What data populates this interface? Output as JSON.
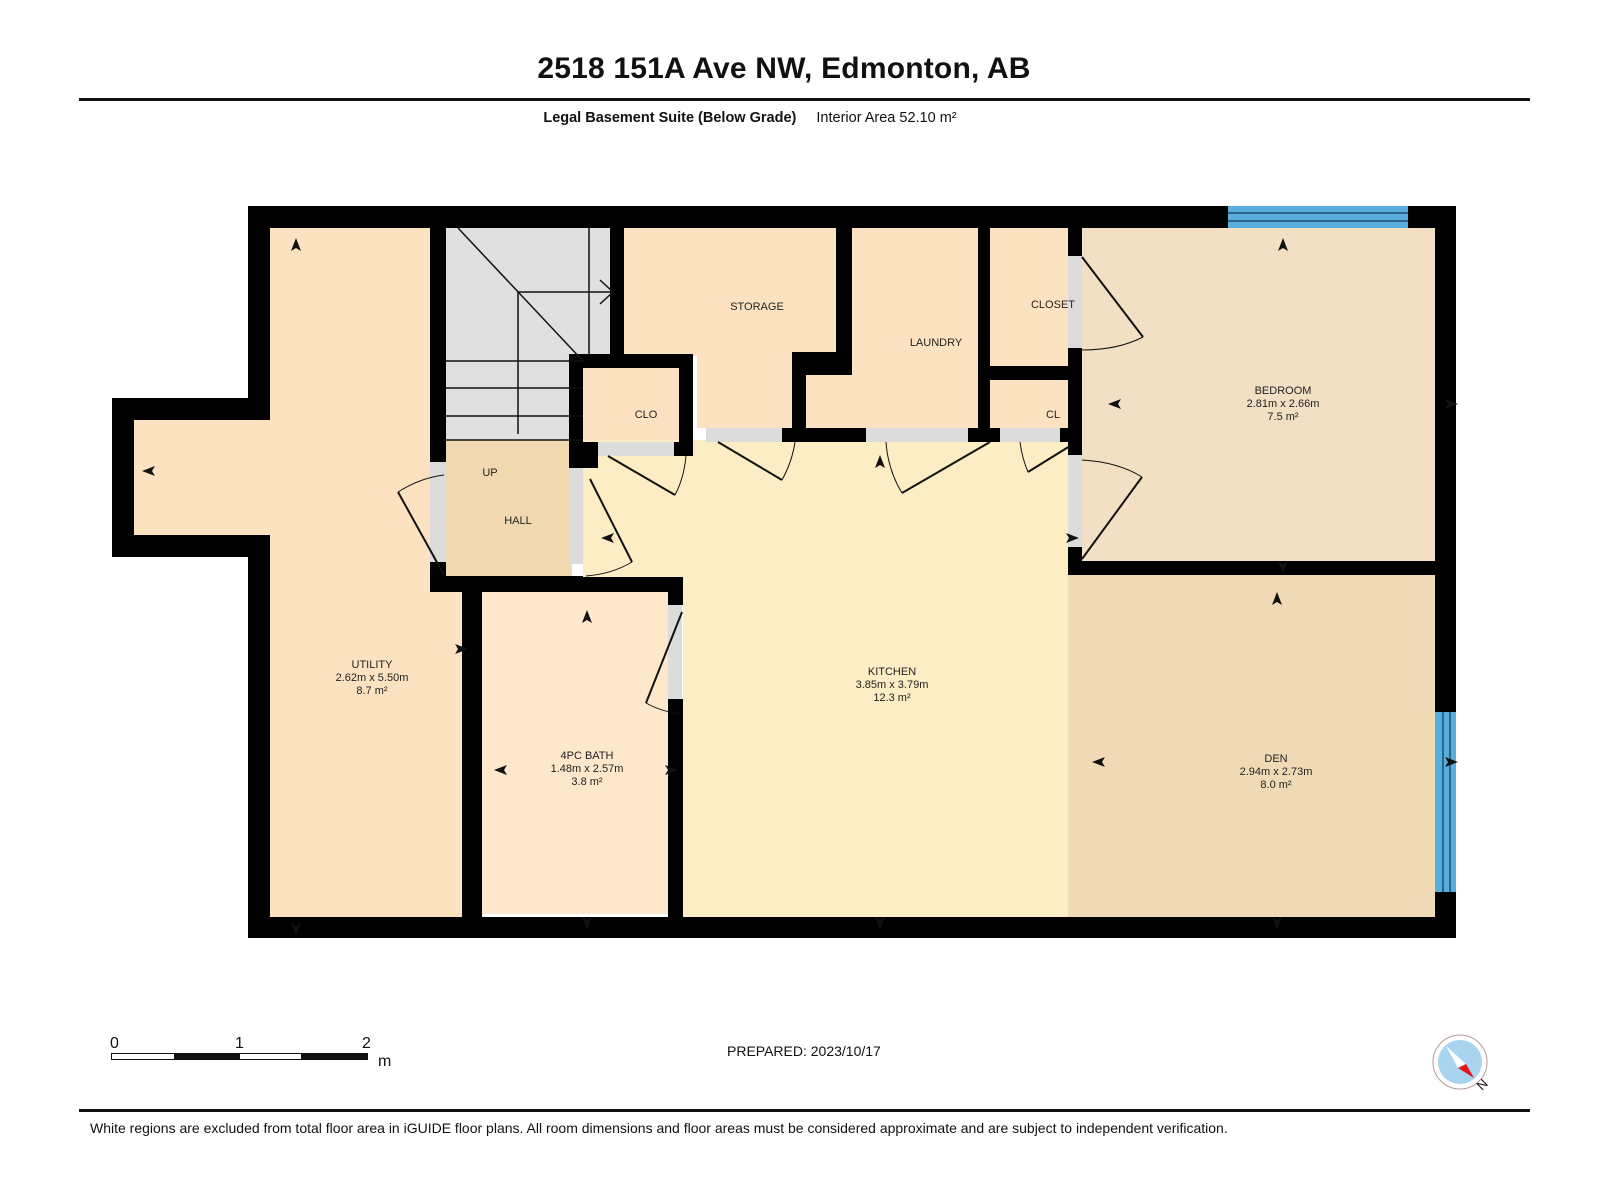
{
  "header": {
    "title": "2518 151A Ave NW, Edmonton, AB",
    "level_name": "Legal Basement Suite (Below Grade)",
    "interior_area": "Interior Area 52.10 m²"
  },
  "rooms": {
    "utility": {
      "name": "UTILITY",
      "dims": "2.62m x 5.50m",
      "area": "8.7 m²"
    },
    "bath": {
      "name": "4PC BATH",
      "dims": "1.48m x 2.57m",
      "area": "3.8 m²"
    },
    "kitchen": {
      "name": "KITCHEN",
      "dims": "3.85m x 3.79m",
      "area": "12.3 m²"
    },
    "bedroom": {
      "name": "BEDROOM",
      "dims": "2.81m x 2.66m",
      "area": "7.5 m²"
    },
    "den": {
      "name": "DEN",
      "dims": "2.94m x 2.73m",
      "area": "8.0 m²"
    },
    "storage": {
      "name": "STORAGE"
    },
    "laundry": {
      "name": "LAUNDRY"
    },
    "closet": {
      "name": "CLOSET"
    },
    "clo": {
      "name": "CLO"
    },
    "cl": {
      "name": "CL"
    },
    "hall": {
      "name": "HALL"
    },
    "stairs": {
      "name": "UP"
    }
  },
  "colors": {
    "wall": "#000000",
    "utility": "#fde2c2",
    "storage": "#fde2c2",
    "kitchen": "#fdedc5",
    "bath": "#fde8cc",
    "bedroom": "#f3dfc4",
    "den": "#f0dab5",
    "hall": "#f0d9b0",
    "stairs": "#e0e0e0",
    "door_opening": "#dcdcdc",
    "window": "#5aaede"
  },
  "scale_bar": {
    "labels": [
      "0",
      "1",
      "2"
    ],
    "unit": "m"
  },
  "footer": {
    "prepared": "PREPARED: 2023/10/17",
    "disclaimer": "White regions are excluded from total floor area in iGUIDE floor plans. All room dimensions and floor areas must be considered approximate and are subject to independent verification.",
    "compass_label": "N"
  }
}
